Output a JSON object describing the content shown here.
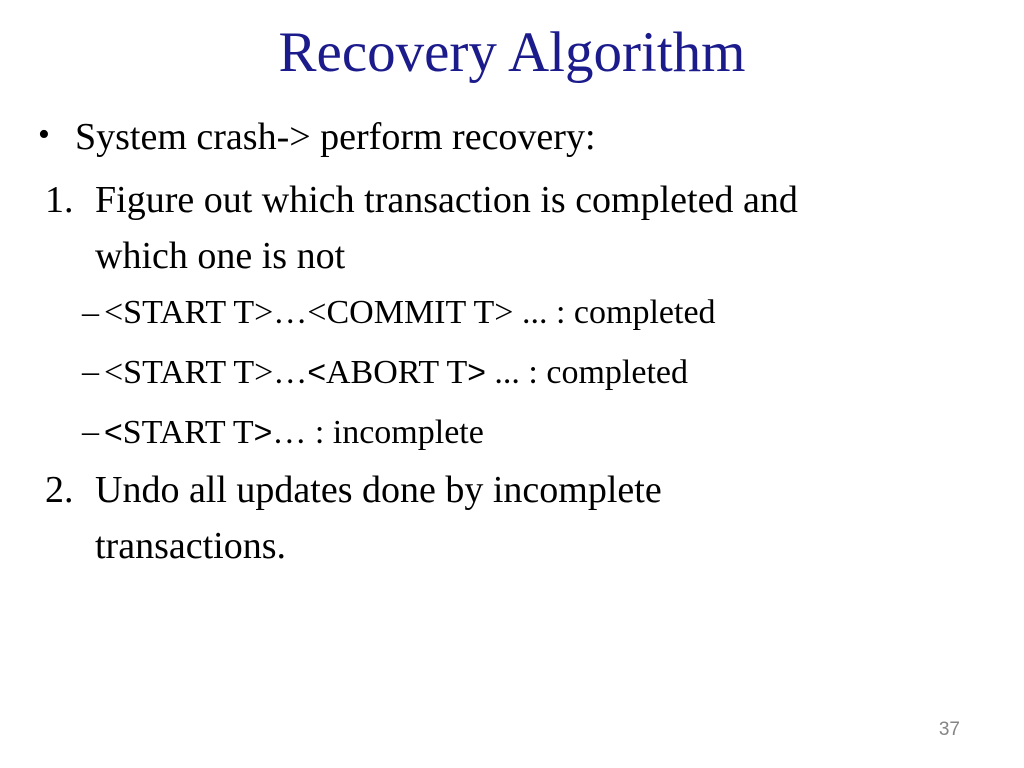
{
  "slide": {
    "title": "Recovery Algorithm",
    "title_color": "#1b1b8c",
    "page_number": "37",
    "page_number_color": "#858585",
    "bullet": {
      "marker": "•",
      "text": "System crash-> perform recovery:"
    },
    "items": [
      {
        "marker": "1.",
        "text": "Figure out which transaction is completed and\nwhich one is not"
      },
      {
        "marker": "2.",
        "text": "Undo all updates done by incomplete\ntransactions."
      }
    ],
    "sub_items": [
      {
        "marker": "–",
        "segments": [
          {
            "text": "<START T>…<COMMIT T> ... : completed",
            "sans": false
          }
        ]
      },
      {
        "marker": "–",
        "segments": [
          {
            "text": "<START T>…",
            "sans": false
          },
          {
            "text": "<",
            "sans": true
          },
          {
            "text": "ABORT T",
            "sans": false
          },
          {
            "text": ">",
            "sans": true
          },
          {
            "text": " ... : completed",
            "sans": false
          }
        ]
      },
      {
        "marker": "–",
        "segments": [
          {
            "text": "<",
            "sans": true
          },
          {
            "text": "START T",
            "sans": false
          },
          {
            "text": ">",
            "sans": true
          },
          {
            "text": "… : incomplete",
            "sans": false
          }
        ]
      }
    ]
  }
}
